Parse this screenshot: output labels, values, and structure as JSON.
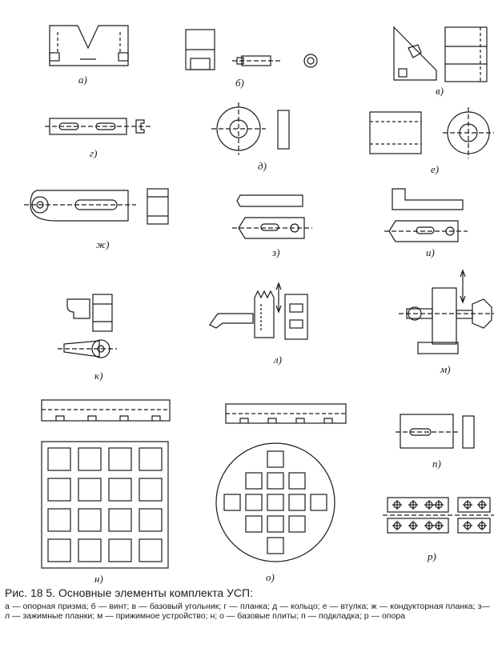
{
  "figure": {
    "labels": {
      "a": "а)",
      "b": "б)",
      "v": "в)",
      "g": "г)",
      "d": "д)",
      "e": "е)",
      "zh": "ж)",
      "z": "з)",
      "i": "и)",
      "k": "к)",
      "l": "л)",
      "m": "м)",
      "n": "н)",
      "o": "о)",
      "p": "п)",
      "r": "р)"
    }
  },
  "caption": {
    "title": "Рис. 18 5. Основные элементы комплекта УСП:",
    "legend": "а — опорная призма; б — винт; в — базовый угольник; г — планка; д — кольцо; е — втулка; ж — кондукторная планка; з—л — зажимные планки; м — прижимное устройство; н; о — базовые плиты; п — подкладка; р — опора"
  },
  "colors": {
    "ink": "#1a1a1a",
    "paper": "#ffffff"
  }
}
